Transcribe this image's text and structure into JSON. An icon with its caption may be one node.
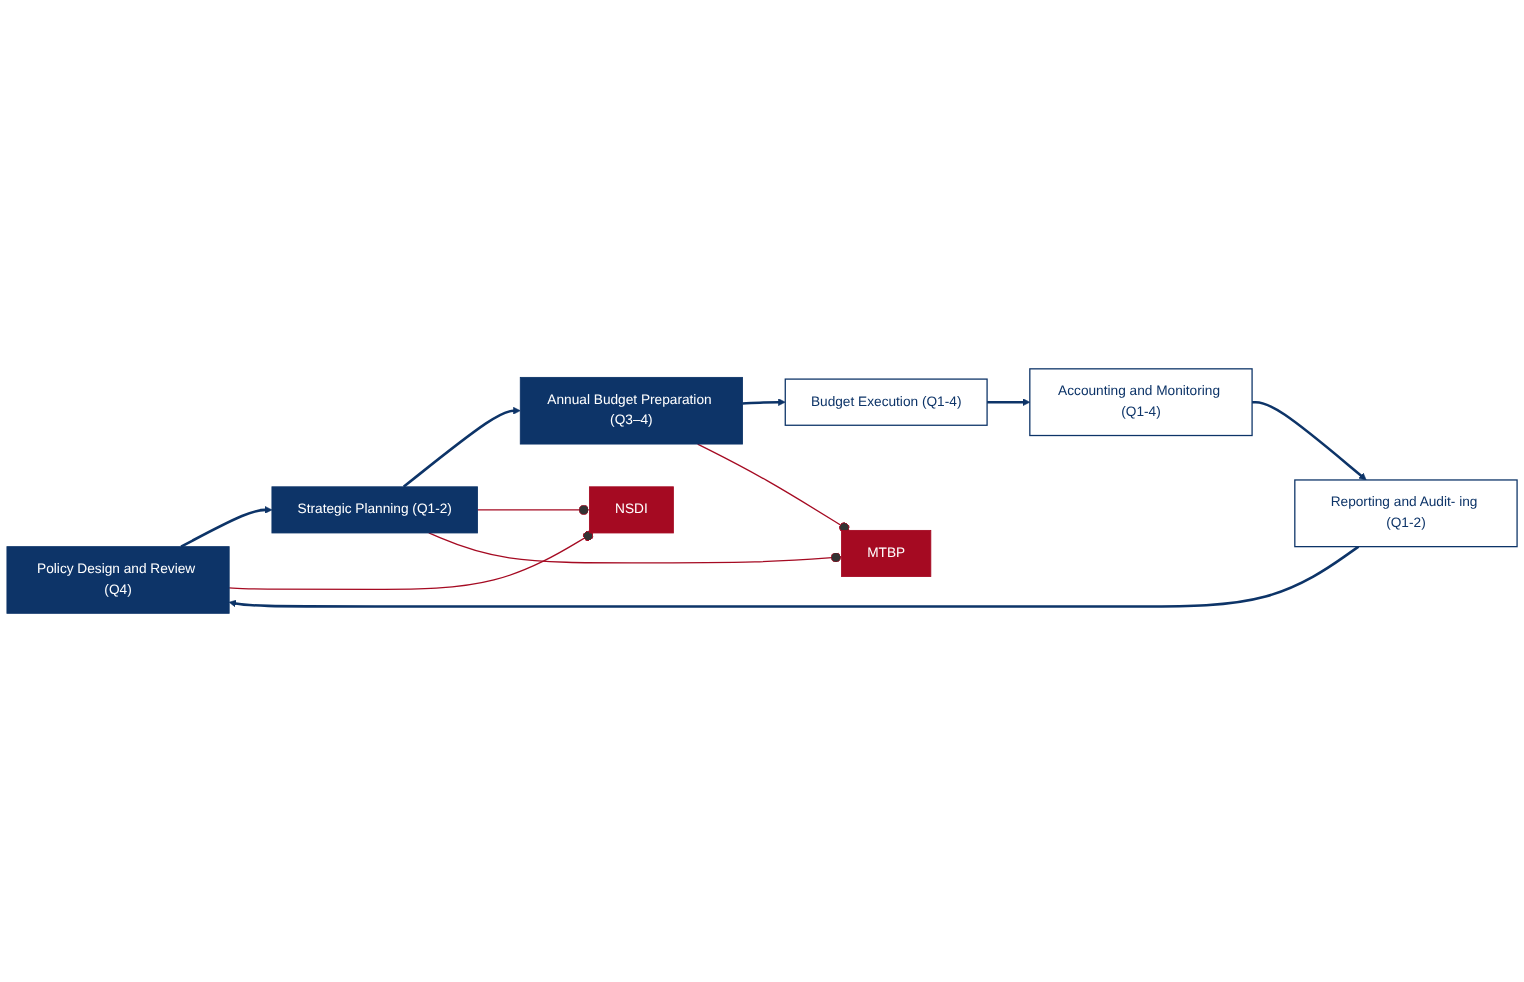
{
  "diagram": {
    "nodes": [
      {
        "text": [
          "Policy Design and Review (Q4)"
        ]
      },
      {
        "text": [
          "Strategic Planning (Q1-2)"
        ]
      },
      {
        "text": [
          "Annual Budget Preparation (Q3–4)"
        ]
      },
      {
        "text": [
          "Budget Execution (Q1-4)"
        ]
      },
      {
        "text": [
          "Accounting and Monitoring (Q1-4)"
        ]
      },
      {
        "text": [
          "Reporting and Audit- ing (Q1-2)"
        ]
      },
      {
        "text": [
          "NSDI"
        ]
      },
      {
        "text": [
          "MTBP"
        ]
      }
    ],
    "edges": [
      {
        "from": 0,
        "to": 1,
        "arrow": "to"
      },
      {
        "from": 1,
        "to": 2,
        "arrow": "to"
      },
      {
        "from": 2,
        "to": 3,
        "arrow": "to"
      },
      {
        "from": 3,
        "to": 4,
        "arrow": "to"
      },
      {
        "from": 4,
        "to": 5,
        "arrow": "to"
      },
      {
        "from": 5,
        "to": 0,
        "arrow": "to"
      },
      {
        "from": 6,
        "to": 0,
        "arrow": "other",
        "color": "#a50a22"
      },
      {
        "from": 6,
        "to": 1,
        "arrow": "other",
        "color": "#a50a22"
      },
      {
        "from": 7,
        "to": 1,
        "arrow": "other",
        "color": "#a50a22"
      },
      {
        "from": 7,
        "to": 2,
        "arrow": "other",
        "color": "#a50a22"
      }
    ]
  }
}
